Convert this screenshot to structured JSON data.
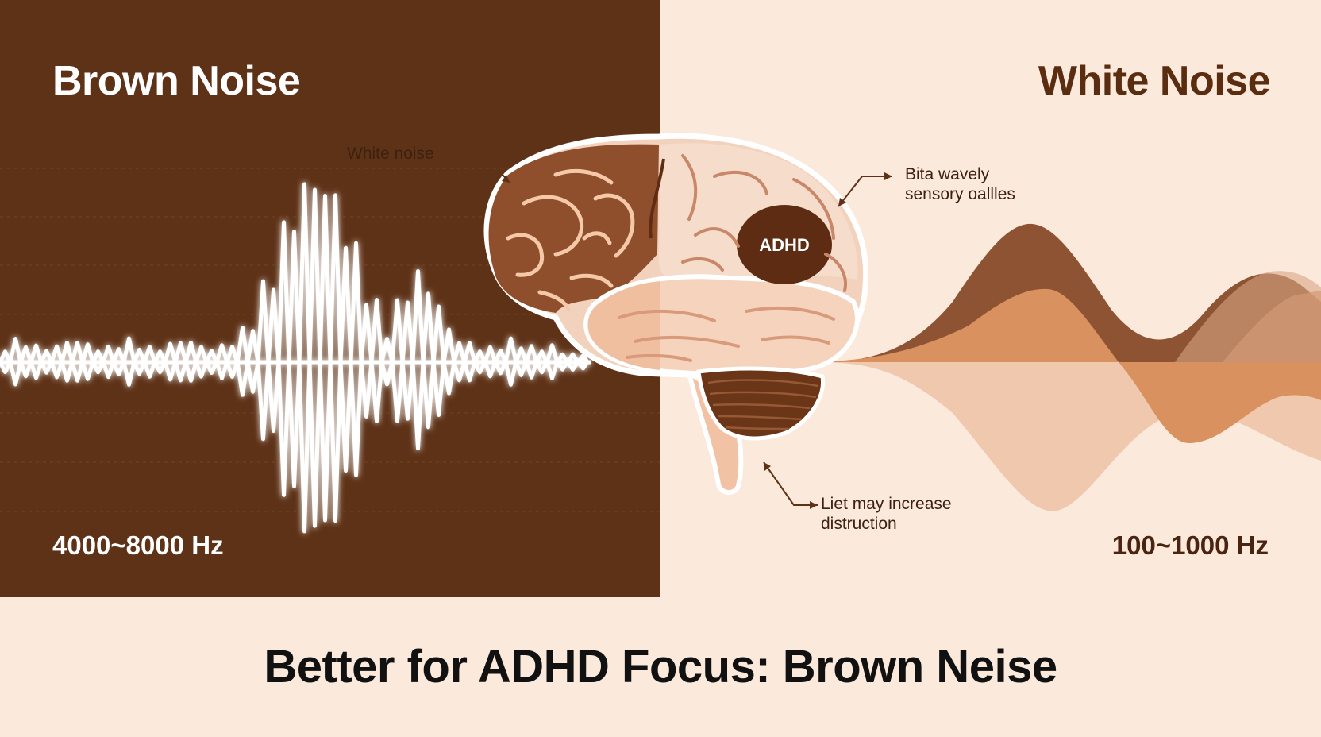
{
  "left_panel": {
    "title": "Brown Noise",
    "frequency_label": "4000~8000 Hz",
    "background_color": "#5e3217",
    "waveform_color": "#ffffff"
  },
  "right_panel": {
    "title": "White Noise",
    "frequency_label": "100~1000 Hz",
    "background_color": "#fbe9dc",
    "wave_colors": [
      "#8a4f2c",
      "#d98f5e",
      "#e9b797"
    ]
  },
  "brain": {
    "region_label": "ADHD",
    "annotations": {
      "white_noise": "White noise",
      "beta_line1": "Bita wavely",
      "beta_line2": "sensory oallles",
      "distraction_line1": "Liet may increase",
      "distraction_line2": "distruction"
    }
  },
  "footer": {
    "title": "Better for ADHD Focus: Brown Neise"
  }
}
